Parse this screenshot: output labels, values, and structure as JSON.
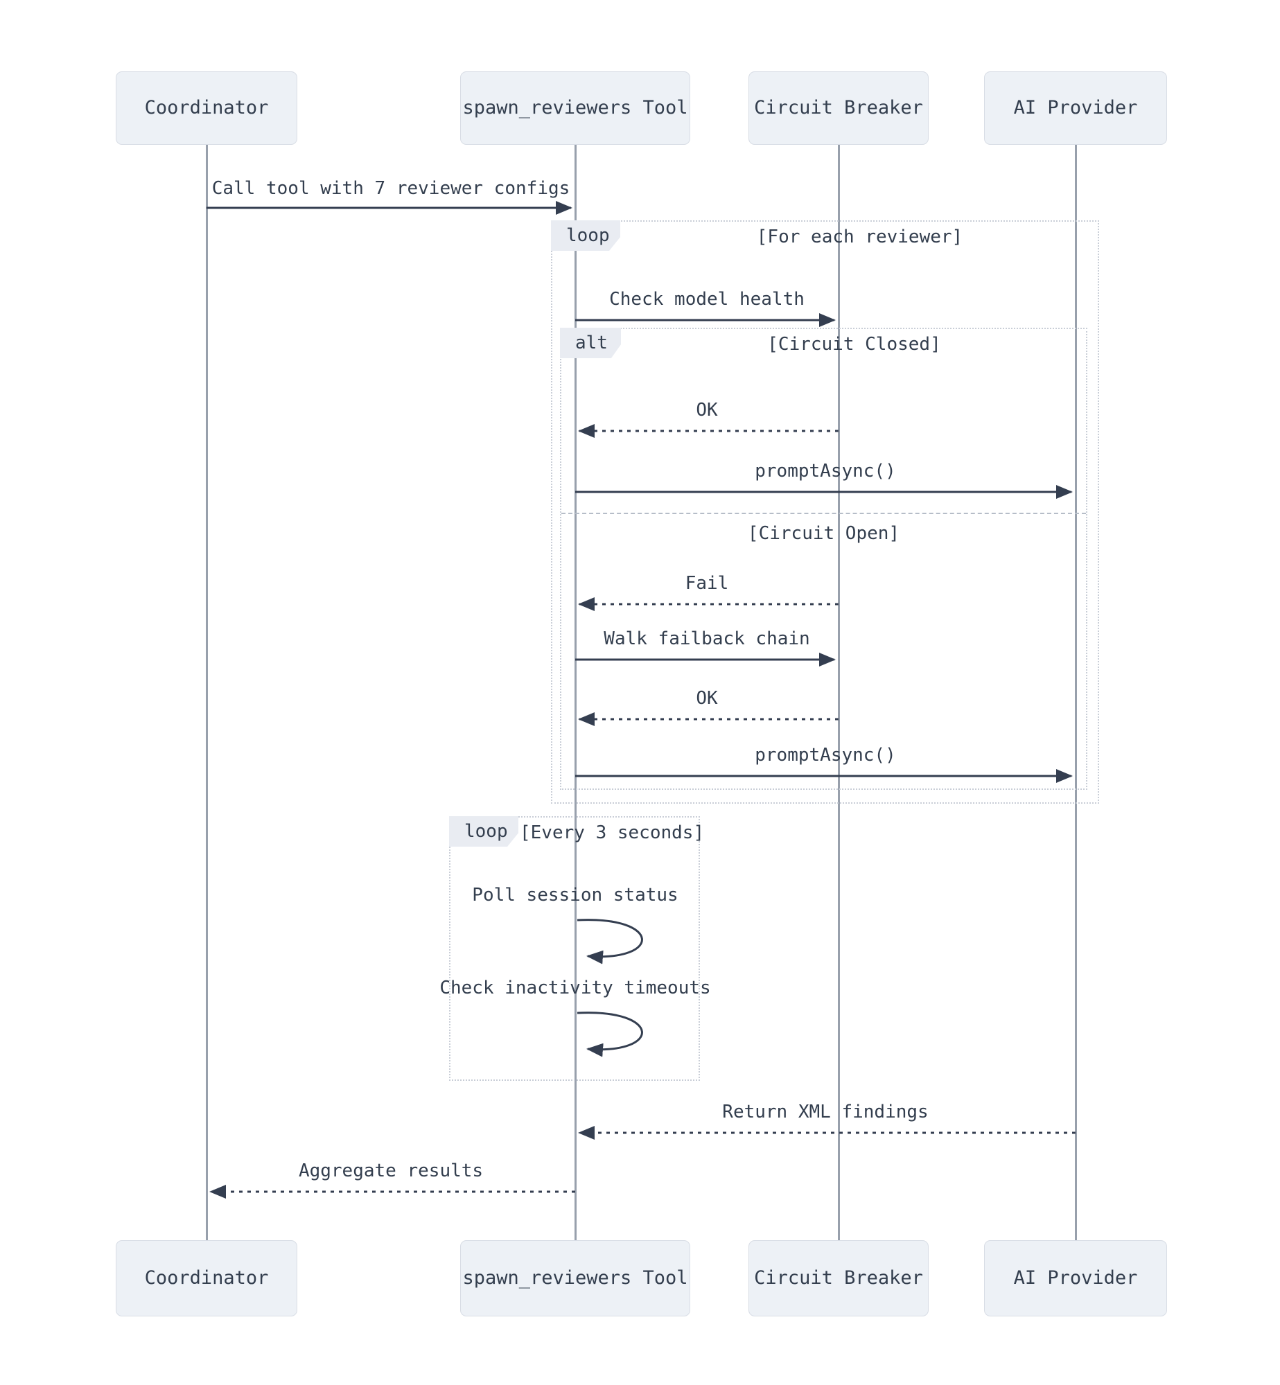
{
  "diagram_type": "sequence-diagram",
  "participants": [
    {
      "name": "Coordinator"
    },
    {
      "name": "spawn_reviewers Tool"
    },
    {
      "name": "Circuit Breaker"
    },
    {
      "name": "AI Provider"
    }
  ],
  "messages": {
    "call_tool": "Call tool with 7 reviewer configs",
    "check_health": "Check model health",
    "ok_closed": "OK",
    "prompt_async_closed": "promptAsync()",
    "fail": "Fail",
    "walk_failback": "Walk failback chain",
    "ok_open": "OK",
    "prompt_async_open": "promptAsync()",
    "poll_status": "Poll session status",
    "check_timeouts": "Check inactivity timeouts",
    "return_xml": "Return XML findings",
    "aggregate": "Aggregate results"
  },
  "frames": {
    "loop_reviewers": {
      "keyword": "loop",
      "condition": "[For each reviewer]"
    },
    "alt_circuit": {
      "keyword": "alt",
      "branch_closed": "[Circuit Closed]",
      "branch_open": "[Circuit Open]"
    },
    "loop_poll": {
      "keyword": "loop",
      "condition": "[Every 3 seconds]"
    }
  },
  "colors": {
    "background": "#ffffff",
    "actor_fill": "#edf1f6",
    "actor_border": "#d8dde5",
    "text": "#333e4e",
    "arrow": "#343e50",
    "lifeline": "#98a0ac",
    "frame_border": "#c9ced7",
    "tag_fill": "#e9ecf2"
  }
}
